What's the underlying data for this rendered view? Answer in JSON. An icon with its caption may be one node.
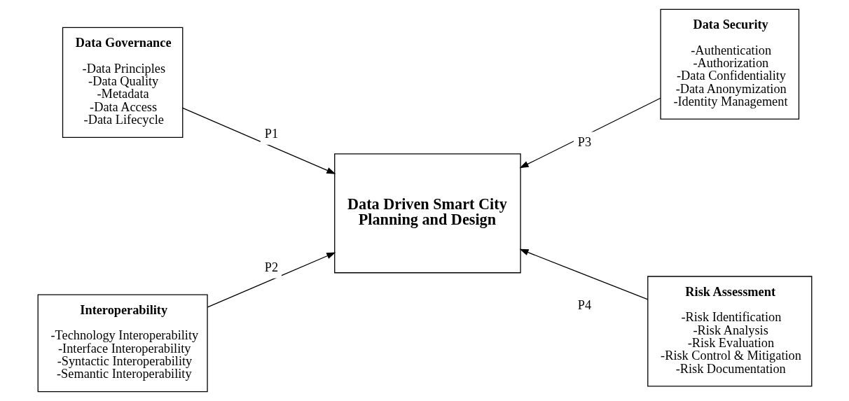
{
  "diagram": {
    "nodes": [
      {
        "text": [
          "Data Governance",
          "-Data Principles",
          "-Data Quality",
          "-Metadata",
          "-Data Access",
          "-Data Lifecycle"
        ]
      },
      {
        "text": [
          "Data Security",
          "-Authentication",
          "-Authorization",
          "-Data Confidentiality",
          "-Data Anonymization",
          "-Identity Management"
        ]
      },
      {
        "text": [
          "Data Driven Smart City Planning and Design"
        ]
      },
      {
        "text": [
          "Interoperability",
          "-Technology Interoperability",
          "-Interface Interoperability",
          "-Syntactic Interoperability",
          "-Semantic Interoperability"
        ]
      },
      {
        "text": [
          "Risk Assessment",
          "-Risk Identification",
          "-Risk Analysis",
          "-Risk Evaluation",
          "-Risk Control & Mitigation",
          "-Risk Documentation"
        ]
      }
    ],
    "edges": [
      {
        "from": 0,
        "to": 2,
        "arrow": "to",
        "label": "P1"
      },
      {
        "from": 1,
        "to": 2,
        "arrow": "to",
        "label": "P3"
      },
      {
        "from": 3,
        "to": 2,
        "arrow": "to",
        "label": "P2"
      },
      {
        "from": 4,
        "to": 2,
        "arrow": "to",
        "label": "P4"
      }
    ]
  }
}
